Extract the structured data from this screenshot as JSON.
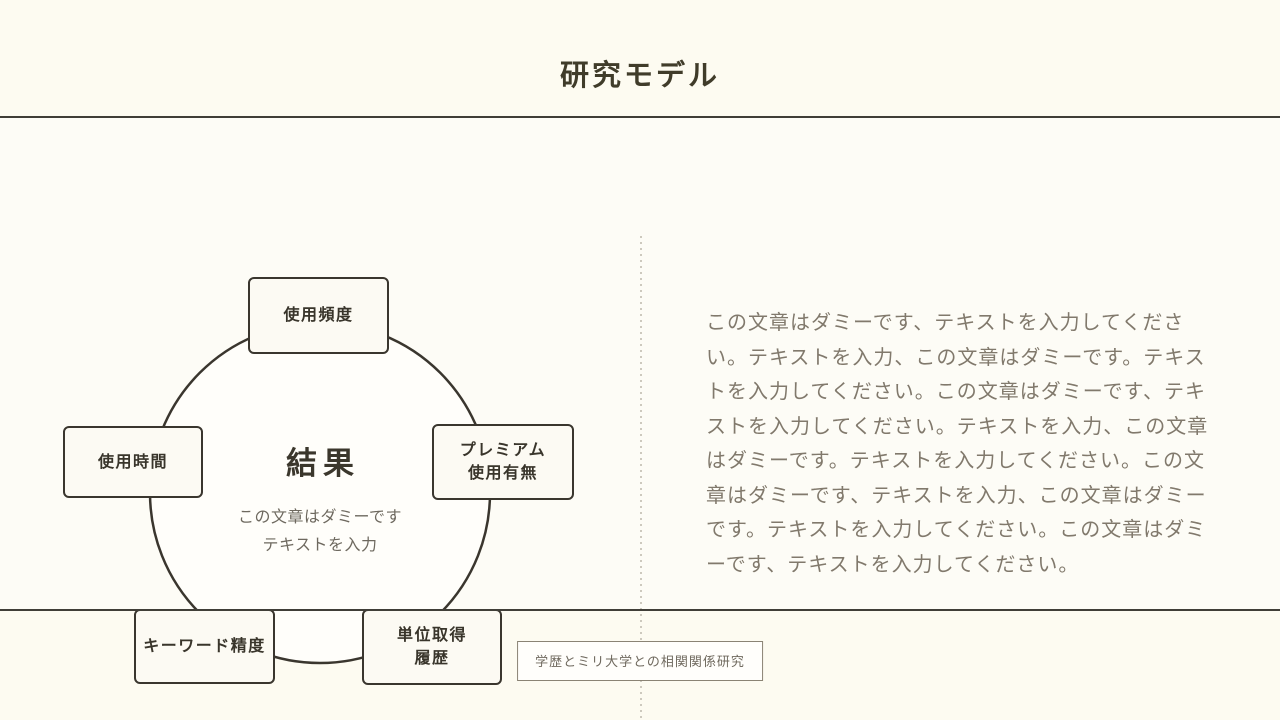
{
  "header": {
    "title": "研究モデル"
  },
  "diagram": {
    "center": {
      "title": "結果",
      "subtitle": "この文章はダミーです\nテキストを入力"
    },
    "nodes": [
      {
        "id": "usage-frequency",
        "label": "使用頻度"
      },
      {
        "id": "usage-time",
        "label": "使用時間"
      },
      {
        "id": "premium-usage",
        "label": "プレミアム\n使用有無"
      },
      {
        "id": "keyword-accuracy",
        "label": "キーワード精度"
      },
      {
        "id": "credit-history",
        "label": "単位取得\n履歴"
      }
    ]
  },
  "body": {
    "paragraph": "この文章はダミーです、テキストを入力してください。テキストを入力、この文章はダミーです。テキストを入力してください。この文章はダミーです、テキストを入力してください。テキストを入力、この文章はダミーです。テキストを入力してください。この文章はダミーです、テキストを入力、この文章はダミーです。テキストを入力してください。この文章はダミーです、テキストを入力してください。"
  },
  "footer": {
    "label": "学歴とミリ大学との相関関係研究"
  },
  "theme": {
    "background": "#fdfbf1",
    "content_background": "#fdfcf6",
    "rule_color": "#403e37",
    "divider_dot_color": "#cdc9be",
    "title_color": "#403c2a",
    "node_border": "#3a362e",
    "node_fill": "#fcfaf3",
    "circle_stroke": "#3a362e",
    "circle_fill": "#fffefa",
    "body_text_color": "#81796c",
    "muted_text_color": "#6e695f"
  }
}
